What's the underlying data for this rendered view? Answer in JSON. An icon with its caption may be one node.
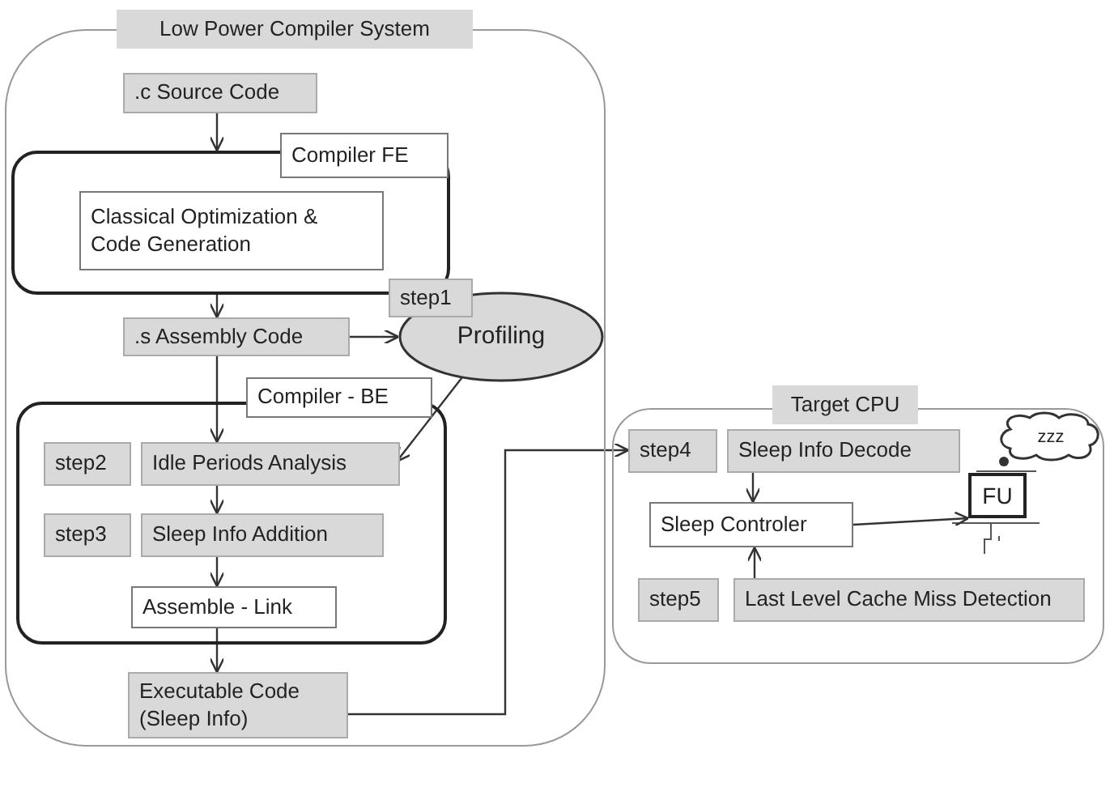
{
  "diagram": {
    "nodes": [
      {
        "text": [
          "Low Power Compiler System"
        ]
      },
      {
        "text": [
          ".c  Source Code"
        ],
        "in": 0
      },
      {
        "text": [],
        "shape": "box",
        "in": 0
      },
      {
        "text": [
          "Compiler FE"
        ],
        "in": 0
      },
      {
        "text": [
          "Classical Optimization & Code Generation"
        ],
        "in": 2
      },
      {
        "text": [
          "step1"
        ],
        "in": 0
      },
      {
        "text": [
          ".s  Assembly Code"
        ],
        "in": 0
      },
      {
        "text": [
          "Profiling"
        ],
        "in": 0
      },
      {
        "text": [],
        "shape": "box",
        "in": 0
      },
      {
        "text": [
          "Compiler - BE"
        ],
        "in": 0
      },
      {
        "text": [
          "step2"
        ],
        "in": 8
      },
      {
        "text": [
          "Idle Periods Analysis"
        ],
        "in": 8
      },
      {
        "text": [
          "step3"
        ],
        "in": 8
      },
      {
        "text": [
          "Sleep Info Addition"
        ],
        "in": 8
      },
      {
        "text": [
          "Assemble - Link"
        ],
        "in": 8
      },
      {
        "text": [
          "Executable Code (Sleep Info)"
        ],
        "in": 0
      },
      {
        "text": [
          "Target CPU"
        ]
      },
      {
        "text": [
          "step4"
        ],
        "in": 16
      },
      {
        "text": [
          "Sleep Info Decode"
        ],
        "in": 16
      },
      {
        "text": [
          "Sleep Controler"
        ],
        "in": 16
      },
      {
        "text": [
          "FU"
        ],
        "in": 16
      },
      {
        "text": [
          "zzz"
        ],
        "in": 16
      },
      {
        "text": [
          "step5"
        ],
        "in": 16
      },
      {
        "text": [
          "Last Level Cache Miss Detection"
        ],
        "in": 16
      }
    ],
    "edges": [
      {
        "from": 1,
        "to": 2,
        "arrow": "to"
      },
      {
        "from": 2,
        "to": 6,
        "arrow": "to"
      },
      {
        "from": 6,
        "to": 7,
        "arrow": "to"
      },
      {
        "from": 6,
        "to": 11,
        "arrow": "to"
      },
      {
        "from": 7,
        "to": 11,
        "arrow": "to"
      },
      {
        "from": 11,
        "to": 13,
        "arrow": "to"
      },
      {
        "from": 13,
        "to": 14,
        "arrow": "to"
      },
      {
        "from": 14,
        "to": 15,
        "arrow": "to"
      },
      {
        "from": 15,
        "to": 17,
        "arrow": "to"
      },
      {
        "from": 18,
        "to": 19,
        "arrow": "to"
      },
      {
        "from": 19,
        "to": 20,
        "arrow": "to"
      },
      {
        "from": 23,
        "to": 19,
        "arrow": "to"
      }
    ]
  }
}
